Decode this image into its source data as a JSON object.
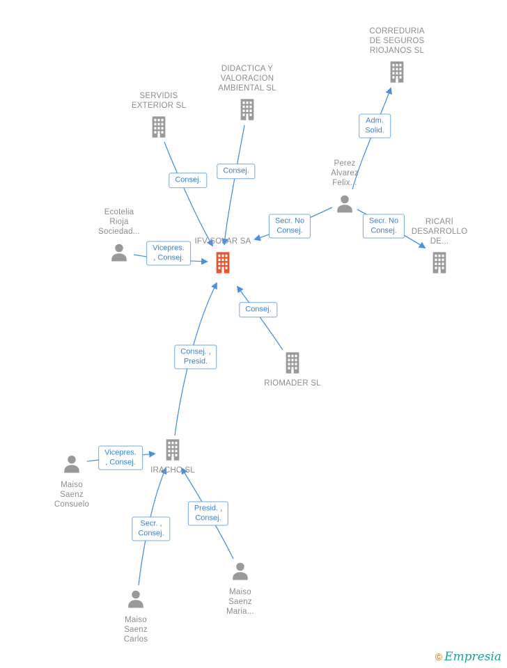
{
  "diagram": {
    "nodes": [
      {
        "id": "servidis",
        "kind": "company",
        "label_lines": [
          "SERVIDIS",
          "EXTERIOR SL"
        ]
      },
      {
        "id": "didactica",
        "kind": "company",
        "label_lines": [
          "DIDACTICA Y",
          "VALORACION",
          "AMBIENTAL SL"
        ]
      },
      {
        "id": "correduria",
        "kind": "company",
        "label_lines": [
          "CORREDURIA",
          "DE SEGUROS",
          "RIOJANOS SL"
        ]
      },
      {
        "id": "perez",
        "kind": "person",
        "label_lines": [
          "Perez",
          "Alvarez",
          "Felix..."
        ]
      },
      {
        "id": "ecotelia",
        "kind": "person",
        "label_lines": [
          "Ecotelia",
          "Rioja",
          "Sociedad..."
        ]
      },
      {
        "id": "ifv",
        "kind": "company",
        "highlighted": true,
        "label_lines": [
          "IFV SOLAR SA"
        ]
      },
      {
        "id": "ricari",
        "kind": "company",
        "label_lines": [
          "RICARI",
          "DESARROLLO",
          "DE..."
        ]
      },
      {
        "id": "riomader",
        "kind": "company",
        "label_lines": [
          "RIOMADER SL"
        ]
      },
      {
        "id": "iracho",
        "kind": "company",
        "label_lines": [
          "IRACHO SL"
        ]
      },
      {
        "id": "consuelo",
        "kind": "person",
        "label_lines": [
          "Maiso",
          "Saenz",
          "Consuelo"
        ]
      },
      {
        "id": "maria",
        "kind": "person",
        "label_lines": [
          "Maiso",
          "Saenz",
          "Maria..."
        ]
      },
      {
        "id": "carlos",
        "kind": "person",
        "label_lines": [
          "Maiso",
          "Saenz",
          "Carlos"
        ]
      }
    ],
    "edges": [
      {
        "from": "servidis",
        "to": "ifv",
        "role_lines": [
          "Consej."
        ]
      },
      {
        "from": "didactica",
        "to": "ifv",
        "role_lines": [
          "Consej."
        ]
      },
      {
        "from": "perez",
        "to": "correduria",
        "role_lines": [
          "Adm.",
          "Solid."
        ]
      },
      {
        "from": "perez",
        "to": "ifv",
        "role_lines": [
          "Secr. No",
          "Consej."
        ]
      },
      {
        "from": "perez",
        "to": "ricari",
        "role_lines": [
          "Secr. No",
          "Consej."
        ]
      },
      {
        "from": "ecotelia",
        "to": "ifv",
        "role_lines": [
          "Vicepres.",
          ", Consej."
        ]
      },
      {
        "from": "riomader",
        "to": "ifv",
        "role_lines": [
          "Consej."
        ]
      },
      {
        "from": "iracho",
        "to": "ifv",
        "role_lines": [
          "Consej. ,",
          "Presid."
        ]
      },
      {
        "from": "consuelo",
        "to": "iracho",
        "role_lines": [
          "Vicepres.",
          ", Consej."
        ]
      },
      {
        "from": "carlos",
        "to": "iracho",
        "role_lines": [
          "Secr. ,",
          "Consej."
        ]
      },
      {
        "from": "maria",
        "to": "iracho",
        "role_lines": [
          "Presid. ,",
          "Consej."
        ]
      }
    ],
    "colors": {
      "accent_blue": "#4a90e2",
      "entity_gray": "#999999",
      "text_gray": "#8c8c8c",
      "highlight_orange": "#e8532c"
    }
  },
  "watermark": {
    "symbol": "©",
    "brand": "Empresia"
  }
}
